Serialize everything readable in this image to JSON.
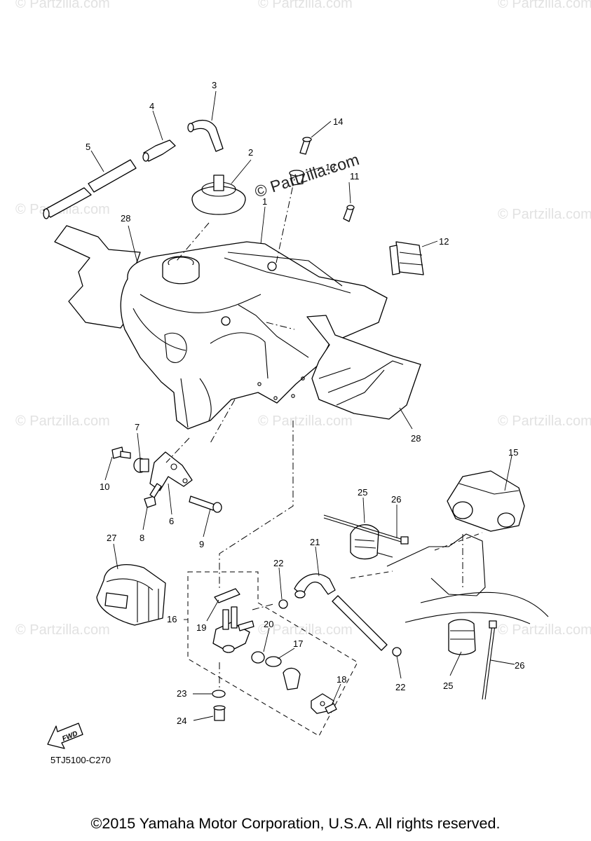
{
  "watermark": "© Partzilla.com",
  "center_watermark": "© Partzilla.com",
  "diagram_code": "5TJ5100-C270",
  "copyright": "©2015 Yamaha Motor Corporation, U.S.A. All rights reserved.",
  "fwd_label": "FWD",
  "callouts": [
    "1",
    "2",
    "3",
    "4",
    "5",
    "6",
    "7",
    "8",
    "9",
    "10",
    "11",
    "12",
    "13",
    "14",
    "15",
    "16",
    "17",
    "18",
    "19",
    "20",
    "21",
    "22",
    "22",
    "23",
    "24",
    "25",
    "25",
    "26",
    "26",
    "27",
    "28",
    "28"
  ]
}
